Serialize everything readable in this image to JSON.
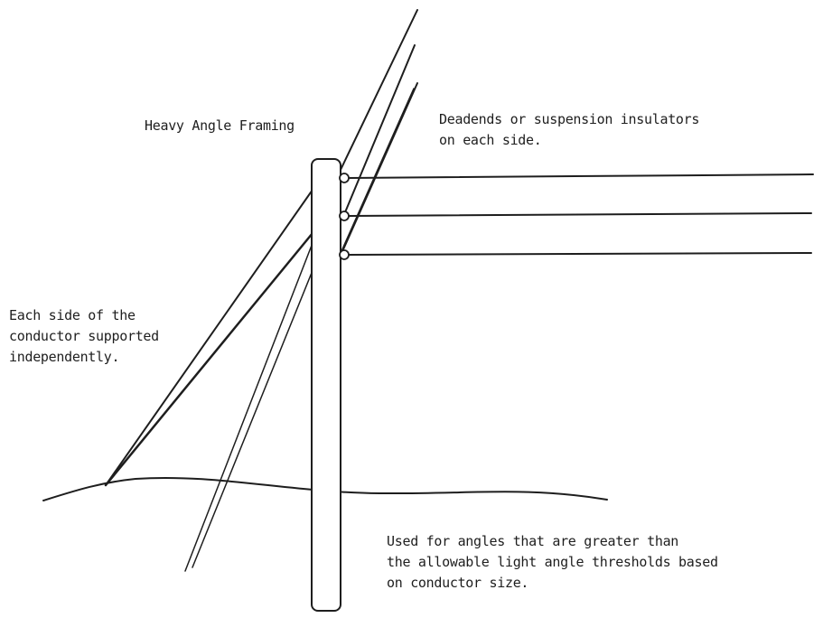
{
  "labels": {
    "title": "Heavy Angle Framing",
    "deadends_line1": "Deadends or suspension insulators",
    "deadends_line2": "on each side.",
    "each_side_line1": "Each side of the",
    "each_side_line2": "conductor supported",
    "each_side_line3": "independently.",
    "used_for_line1": "Used for angles that are greater than",
    "used_for_line2": "the allowable light angle thresholds based",
    "used_for_line3": "on conductor size."
  },
  "colors": {
    "stroke": "#1e1e1e",
    "background": "#ffffff"
  }
}
